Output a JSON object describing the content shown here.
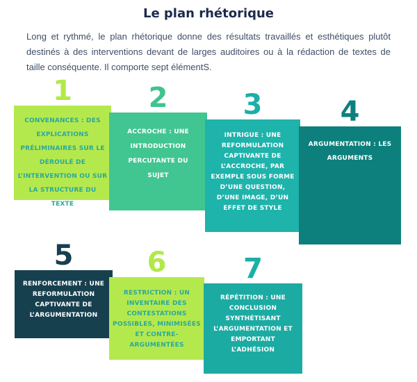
{
  "page": {
    "title": "Le plan rhétorique",
    "intro": "Long et rythmé, le plan rhétorique donne des résultats travaillés et esthétiques plutôt destinés à des interventions devant de larges auditoires ou à la rédaction de textes de taille conséquente. Il comporte sept élémentS."
  },
  "palette": {
    "title_text": "#1b2b4d",
    "intro_text": "#3e4e66",
    "lime": "#b4e94e",
    "green": "#41c591",
    "teal": "#1eb3ab",
    "teal_dark": "#0d807d",
    "navy": "#17404f",
    "teal_text_on_lime": "#2aa89d",
    "white_text": "#ffffff"
  },
  "steps": [
    {
      "number": "1",
      "label": "CONVENANCES : DES\nEXPLICATIONS\nPRÉLIMINAIRES SUR LE\nDÉROULÉ DE\nL’INTERVENTION OU SUR\nLA STRUCTURE DU\nTEXTE"
    },
    {
      "number": "2",
      "label": "ACCROCHE : UNE\nINTRODUCTION\nPERCUTANTE DU\nSUJET"
    },
    {
      "number": "3",
      "label": "INTRIGUE : UNE\nREFORMULATION\nCAPTIVANTE DE\nL’ACCROCHE, PAR\nEXEMPLE SOUS FORME\nD’UNE QUESTION,\nD’UNE IMAGE, D’UN\nEFFET DE STYLE"
    },
    {
      "number": "4",
      "label": "ARGUMENTATION : LES\nARGUMENTS"
    },
    {
      "number": "5",
      "label": "RENFORCEMENT : UNE\nREFORMULATION\nCAPTIVANTE DE\nL’ARGUMENTATION"
    },
    {
      "number": "6",
      "label": "RESTRICTION : UN\nINVENTAIRE DES\nCONTESTATIONS\nPOSSIBLES, MINIMISÉES\nET CONTRE-\nARGUMENTÉES"
    },
    {
      "number": "7",
      "label": "RÉPÉTITION : UNE\nCONCLUSION\nSYNTHÉTISANT\nL’ARGUMENTATION ET\nEMPORTANT\nL’ADHÉSION"
    }
  ]
}
